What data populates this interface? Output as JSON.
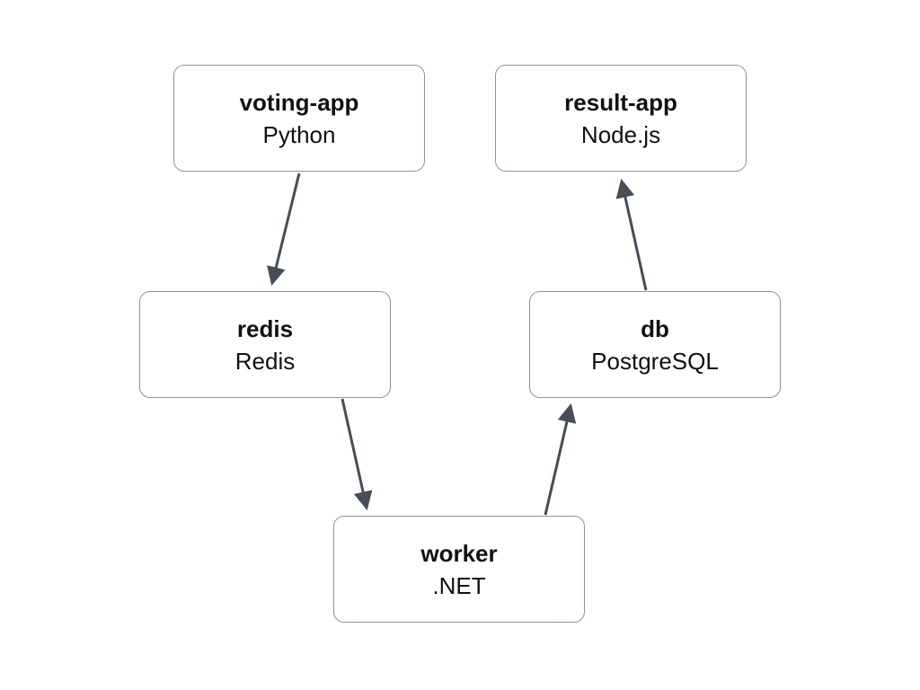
{
  "diagram": {
    "background": "#ffffff",
    "node_border_color": "#8f939a",
    "arrow_color": "#474e58",
    "text_color": "#111111",
    "nodes": [
      {
        "id": "voting-app",
        "title": "voting-app",
        "subtitle": "Python"
      },
      {
        "id": "result-app",
        "title": "result-app",
        "subtitle": "Node.js"
      },
      {
        "id": "redis",
        "title": "redis",
        "subtitle": "Redis"
      },
      {
        "id": "db",
        "title": "db",
        "subtitle": "PostgreSQL"
      },
      {
        "id": "worker",
        "title": "worker",
        "subtitle": ".NET"
      }
    ],
    "edges": [
      {
        "from": "voting-app",
        "to": "redis"
      },
      {
        "from": "redis",
        "to": "worker"
      },
      {
        "from": "worker",
        "to": "db"
      },
      {
        "from": "db",
        "to": "result-app"
      }
    ]
  }
}
